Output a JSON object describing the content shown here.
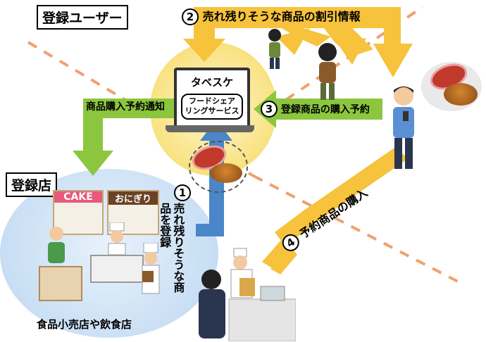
{
  "user_label": "登録ユーザー",
  "store_label": "登録店",
  "service": {
    "name": "タベスケ",
    "line1": "フードシェア",
    "line2": "リングサービス"
  },
  "steps": [
    {
      "num": "1",
      "text": "売れ残りそうな商品を登録"
    },
    {
      "num": "2",
      "text": "売れ残りそうな商品の割引情報"
    },
    {
      "num": "3",
      "text": "登録商品の購入予約"
    },
    {
      "num": "4",
      "text": "予約商品の購入"
    }
  ],
  "notify_label": "商品購入予約通知",
  "store_caption": "食品小売店や飲食店",
  "shop_signs": {
    "cake": "CAKE",
    "onigiri": "おにぎり"
  },
  "colors": {
    "yellow_arrow": "#f7c23c",
    "green_arrow": "#8cc63f",
    "blue_arrow": "#4a86c8",
    "dash": "#f0a070",
    "center_glow": "#f6d768",
    "store_bg": "#c9dff4"
  }
}
